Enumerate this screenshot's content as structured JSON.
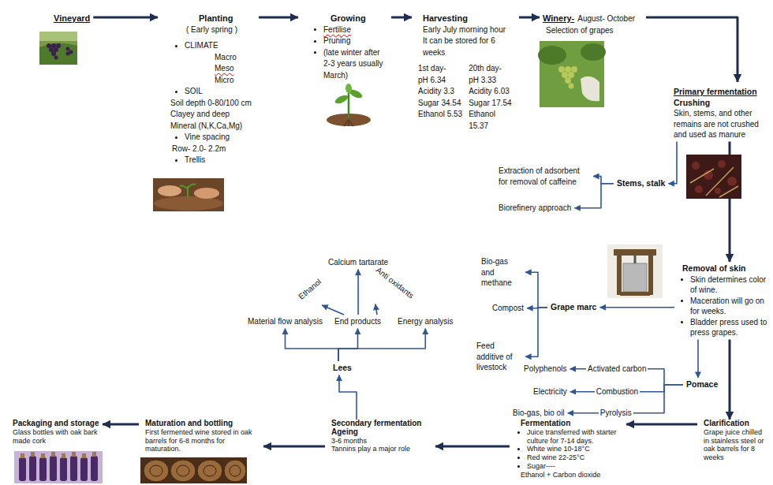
{
  "diagram": {
    "nodes": [
      {
        "text": [
          "Vineyard"
        ]
      },
      {
        "text": [
          "Planting",
          "( Early spring )",
          "CLIMATE",
          "Macro",
          "Meso",
          "Micro",
          "SOIL",
          "Soil depth 0-80/100 cm",
          "Clayey and deep",
          "Mineral (N,K,Ca,Mg)",
          "Vine spacing",
          "Row- 2.0- 2.2m",
          "Trellis"
        ]
      },
      {
        "text": [
          "Growing",
          "Fertilise",
          "Pruning",
          "(late winter after 2-3 years usually March)"
        ]
      },
      {
        "text": [
          "Harvesting",
          "Early July morning hour",
          "It can be stored for 6 weeks",
          "1st day-",
          "pH 6.34",
          "Acidity 3.3",
          "Sugar 34.54",
          "Ethanol 5.53",
          "20th day-",
          "pH 3.33",
          "Acidity 6.03",
          "Sugar 17.54",
          "Ethanol 15.37"
        ]
      },
      {
        "text": [
          "Winery-",
          "August- October",
          "Selection of grapes"
        ]
      },
      {
        "text": [
          "Primary fermentation",
          "Crushing",
          "Skin, stems, and other remains are not crushed and used as manure"
        ]
      },
      {
        "text": [
          "Stems, stalk"
        ]
      },
      {
        "text": [
          "Extraction of adsorbent for removal of caffeine"
        ]
      },
      {
        "text": [
          "Biorefinery approach"
        ]
      },
      {
        "text": [
          "Removal of skin",
          "Skin determines color of wine.",
          "Maceration will go on for weeks.",
          "Bladder press used to press grapes."
        ]
      },
      {
        "text": [
          "Grape marc"
        ]
      },
      {
        "text": [
          "Bio-gas and methane"
        ]
      },
      {
        "text": [
          "Compost"
        ]
      },
      {
        "text": [
          "Feed additive of livestock"
        ]
      },
      {
        "text": [
          "Pomace"
        ]
      },
      {
        "text": [
          "Polyphenols"
        ]
      },
      {
        "text": [
          "Electricity"
        ]
      },
      {
        "text": [
          "Bio-gas, bio oil"
        ]
      },
      {
        "text": [
          "Clarification",
          "Grape juice chilled in stainless steel or oak barrels for 8 weeks"
        ]
      },
      {
        "text": [
          "Fermentation",
          "Juice transferred with starter culture for 7-14 days.",
          "White wine 10-18°C",
          "Red wine 22-25°C",
          "Sugar----",
          "Ethanol + Carbon dioxide"
        ]
      },
      {
        "text": [
          "Secondary fermentation",
          "Ageing",
          "3-6 months",
          "Tannins play a major role"
        ]
      },
      {
        "text": [
          "Lees"
        ]
      },
      {
        "text": [
          "Material flow analysis"
        ]
      },
      {
        "text": [
          "End products"
        ]
      },
      {
        "text": [
          "Energy analysis"
        ]
      },
      {
        "text": [
          "Ethanol"
        ]
      },
      {
        "text": [
          "Calcium tartarate"
        ]
      },
      {
        "text": [
          "Anti oxidants"
        ]
      },
      {
        "text": [
          "Maturation and bottling",
          "First fermented wine stored in oak barrels for 6-8 months for maturation."
        ]
      },
      {
        "text": [
          "Packaging and storage",
          "Glass bottles with oak bark made cork"
        ]
      }
    ],
    "edges": [
      {
        "from": 0,
        "to": 1,
        "arrow": "to"
      },
      {
        "from": 1,
        "to": 2,
        "arrow": "to"
      },
      {
        "from": 2,
        "to": 3,
        "arrow": "to"
      },
      {
        "from": 3,
        "to": 4,
        "arrow": "to"
      },
      {
        "from": 4,
        "to": 5,
        "arrow": "to"
      },
      {
        "from": 5,
        "to": 6,
        "arrow": "to"
      },
      {
        "from": 6,
        "to": 7,
        "arrow": "to"
      },
      {
        "from": 6,
        "to": 8,
        "arrow": "to"
      },
      {
        "from": 5,
        "to": 9,
        "arrow": "to"
      },
      {
        "from": 9,
        "to": 10,
        "arrow": "to"
      },
      {
        "from": 10,
        "to": 11,
        "arrow": "to"
      },
      {
        "from": 10,
        "to": 12,
        "arrow": "to"
      },
      {
        "from": 10,
        "to": 13,
        "arrow": "to"
      },
      {
        "from": 9,
        "to": 14,
        "arrow": "to"
      },
      {
        "from": 14,
        "to": 15,
        "label": "Activated carbon",
        "arrow": "to"
      },
      {
        "from": 14,
        "to": 16,
        "label": "Combustion",
        "arrow": "to"
      },
      {
        "from": 14,
        "to": 17,
        "label": "Pyrolysis",
        "arrow": "to"
      },
      {
        "from": 9,
        "to": 18,
        "arrow": "to"
      },
      {
        "from": 18,
        "to": 19,
        "arrow": "to"
      },
      {
        "from": 19,
        "to": 20,
        "arrow": "to"
      },
      {
        "from": 20,
        "to": 21,
        "arrow": "to"
      },
      {
        "from": 21,
        "to": 22,
        "arrow": "to"
      },
      {
        "from": 21,
        "to": 23,
        "arrow": "to"
      },
      {
        "from": 21,
        "to": 24,
        "arrow": "to"
      },
      {
        "from": 23,
        "to": 25,
        "arrow": "to"
      },
      {
        "from": 23,
        "to": 26,
        "arrow": "to"
      },
      {
        "from": 23,
        "to": 27,
        "arrow": "to"
      },
      {
        "from": 20,
        "to": 28,
        "arrow": "to"
      },
      {
        "from": 28,
        "to": 29,
        "arrow": "to"
      }
    ]
  }
}
